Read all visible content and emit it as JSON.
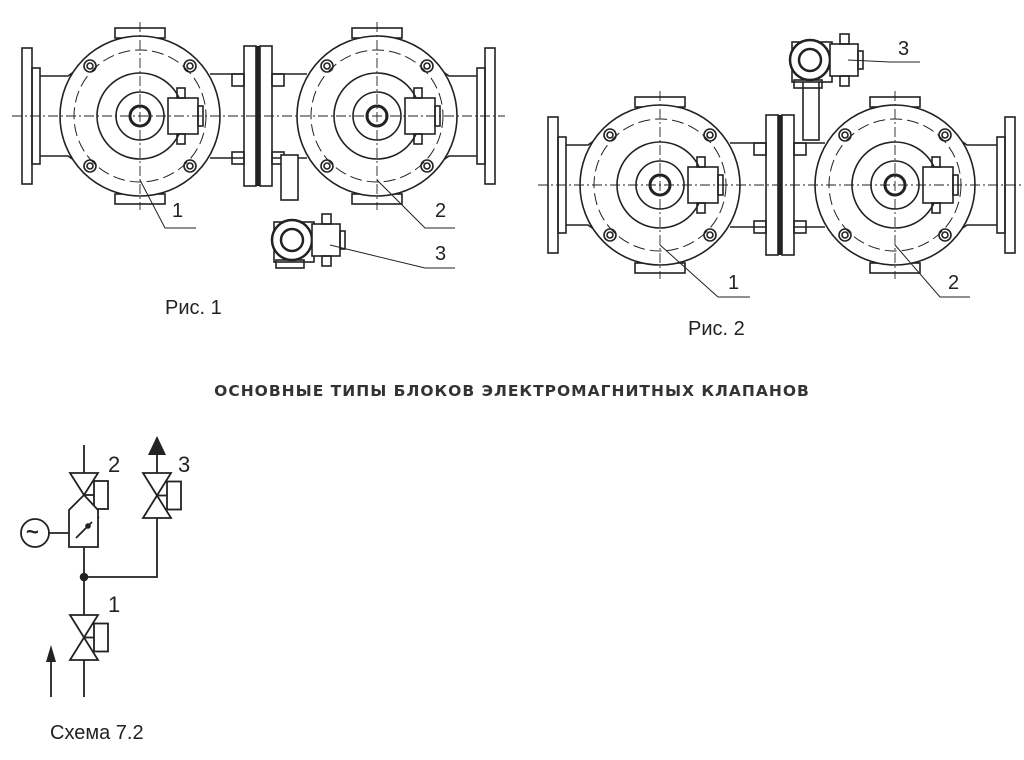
{
  "figure1": {
    "caption": "Рис. 1",
    "labels": [
      "1",
      "2",
      "3"
    ]
  },
  "figure2": {
    "caption": "Рис. 2",
    "labels": [
      "1",
      "2",
      "3"
    ]
  },
  "title": "ОСНОВНЫЕ ТИПЫ БЛОКОВ ЭЛЕКТРОМАГНИТНЫХ КЛАПАНОВ",
  "scheme": {
    "caption": "Схема 7.2",
    "labels": [
      "1",
      "2",
      "3"
    ],
    "ac_symbol": "~"
  }
}
